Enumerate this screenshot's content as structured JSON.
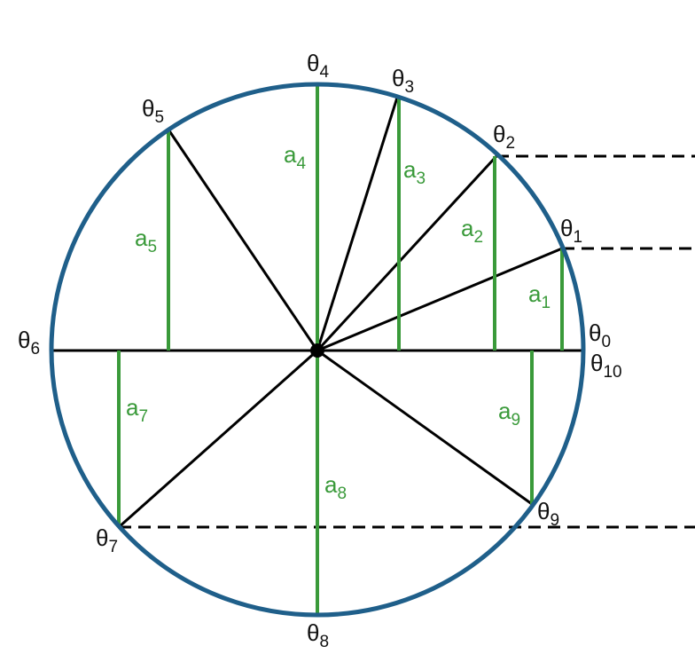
{
  "colors": {
    "circle": "#1f5f8a",
    "radius": "#000000",
    "amplitude": "#3a9a3a",
    "dashed": "#000000",
    "text": "#111111"
  },
  "angles": [
    {
      "id": "theta0",
      "symbol": "θ",
      "sub": "0"
    },
    {
      "id": "theta1",
      "symbol": "θ",
      "sub": "1"
    },
    {
      "id": "theta2",
      "symbol": "θ",
      "sub": "2"
    },
    {
      "id": "theta3",
      "symbol": "θ",
      "sub": "3"
    },
    {
      "id": "theta4",
      "symbol": "θ",
      "sub": "4"
    },
    {
      "id": "theta5",
      "symbol": "θ",
      "sub": "5"
    },
    {
      "id": "theta6",
      "symbol": "θ",
      "sub": "6"
    },
    {
      "id": "theta7",
      "symbol": "θ",
      "sub": "7"
    },
    {
      "id": "theta8",
      "symbol": "θ",
      "sub": "8"
    },
    {
      "id": "theta9",
      "symbol": "θ",
      "sub": "9"
    },
    {
      "id": "theta10",
      "symbol": "θ",
      "sub": "10"
    }
  ],
  "amplitudes": [
    {
      "id": "a1",
      "symbol": "a",
      "sub": "1"
    },
    {
      "id": "a2",
      "symbol": "a",
      "sub": "2"
    },
    {
      "id": "a3",
      "symbol": "a",
      "sub": "3"
    },
    {
      "id": "a4",
      "symbol": "a",
      "sub": "4"
    },
    {
      "id": "a5",
      "symbol": "a",
      "sub": "5"
    },
    {
      "id": "a7",
      "symbol": "a",
      "sub": "7"
    },
    {
      "id": "a8",
      "symbol": "a",
      "sub": "8"
    },
    {
      "id": "a9",
      "symbol": "a",
      "sub": "9"
    }
  ]
}
